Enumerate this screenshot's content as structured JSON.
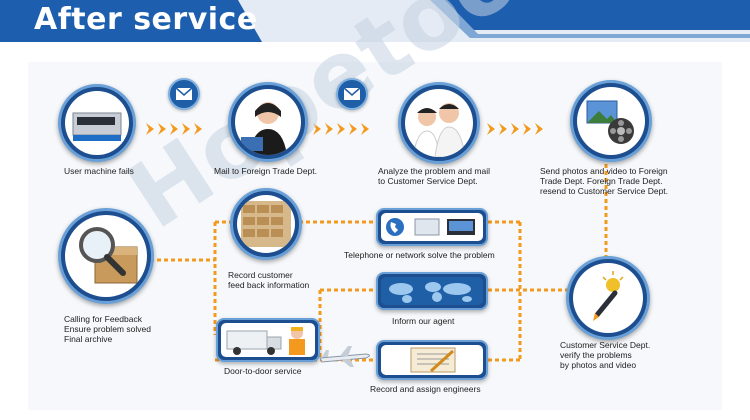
{
  "header": {
    "title": "After service"
  },
  "watermark": "Hopetool",
  "steps": {
    "machine_fails": "User machine fails",
    "mail_trade": "Mail to Foreign Trade Dept.",
    "analyze": [
      "Analyze the problem and mail",
      "to Customer Service Dept."
    ],
    "send_photos": [
      "Send photos and video to Foreign",
      "Trade Dept. Foreign Trade Dept.",
      "resend to Customer Service Dept."
    ],
    "record_feedback": [
      "Record customer",
      "feed back information"
    ],
    "telephone": "Telephone or network solve the problem",
    "feedback": [
      "Calling for Feedback",
      "Ensure problem solved",
      "Final archive"
    ],
    "inform_agent": "Inform our agent",
    "verify": [
      "Customer Service Dept.",
      "verify the problems",
      "by photos and video"
    ],
    "door_to_door": "Door-to-door service",
    "assign_engineers": "Record and assign engineers"
  },
  "colors": {
    "brand_blue": "#1d5fae",
    "accent_orange": "#f39a1e",
    "dark_blue": "#1d4e8f"
  },
  "icons": [
    "envelope-icon",
    "machine-icon",
    "receptionist-icon",
    "support-team-icon",
    "photo-video-icon",
    "magnifier-icon",
    "archive-shelves-icon",
    "phone-icon",
    "world-map-icon",
    "pen-icon",
    "truck-icon",
    "engineer-icon",
    "airplane-icon",
    "clipboard-icon"
  ]
}
